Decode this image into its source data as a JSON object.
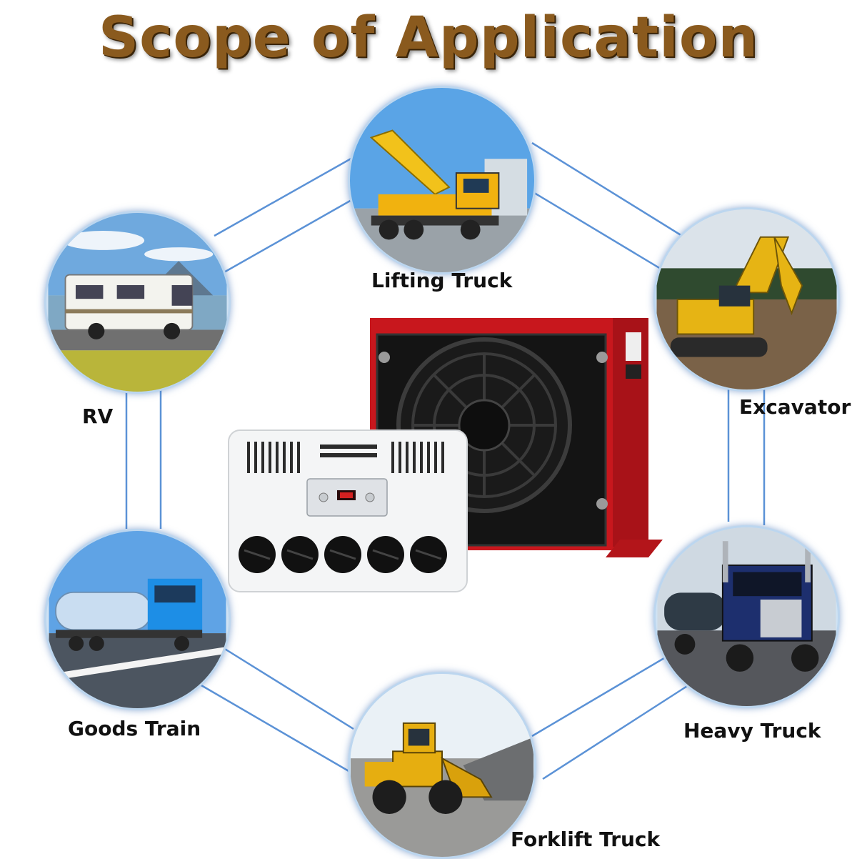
{
  "title": "Scope of Application",
  "applications": [
    {
      "id": "lifting-truck",
      "label": "Lifting Truck",
      "icon": "crane-truck-icon"
    },
    {
      "id": "excavator",
      "label": "Excavator",
      "icon": "excavator-icon"
    },
    {
      "id": "heavy-truck",
      "label": "Heavy Truck",
      "icon": "semi-truck-icon"
    },
    {
      "id": "forklift-truck",
      "label": "Forklift Truck",
      "icon": "wheel-loader-icon"
    },
    {
      "id": "goods-train",
      "label": "Goods Train",
      "icon": "tanker-truck-icon"
    },
    {
      "id": "rv",
      "label": "RV",
      "icon": "motorhome-icon"
    }
  ],
  "product": {
    "indoor_unit": "air-conditioner-evaporator",
    "outdoor_unit": "condenser-with-fan"
  },
  "colors": {
    "title": "#8a5a1e",
    "connector": "#3f7fd0",
    "condenser_frame": "#c8171d"
  }
}
